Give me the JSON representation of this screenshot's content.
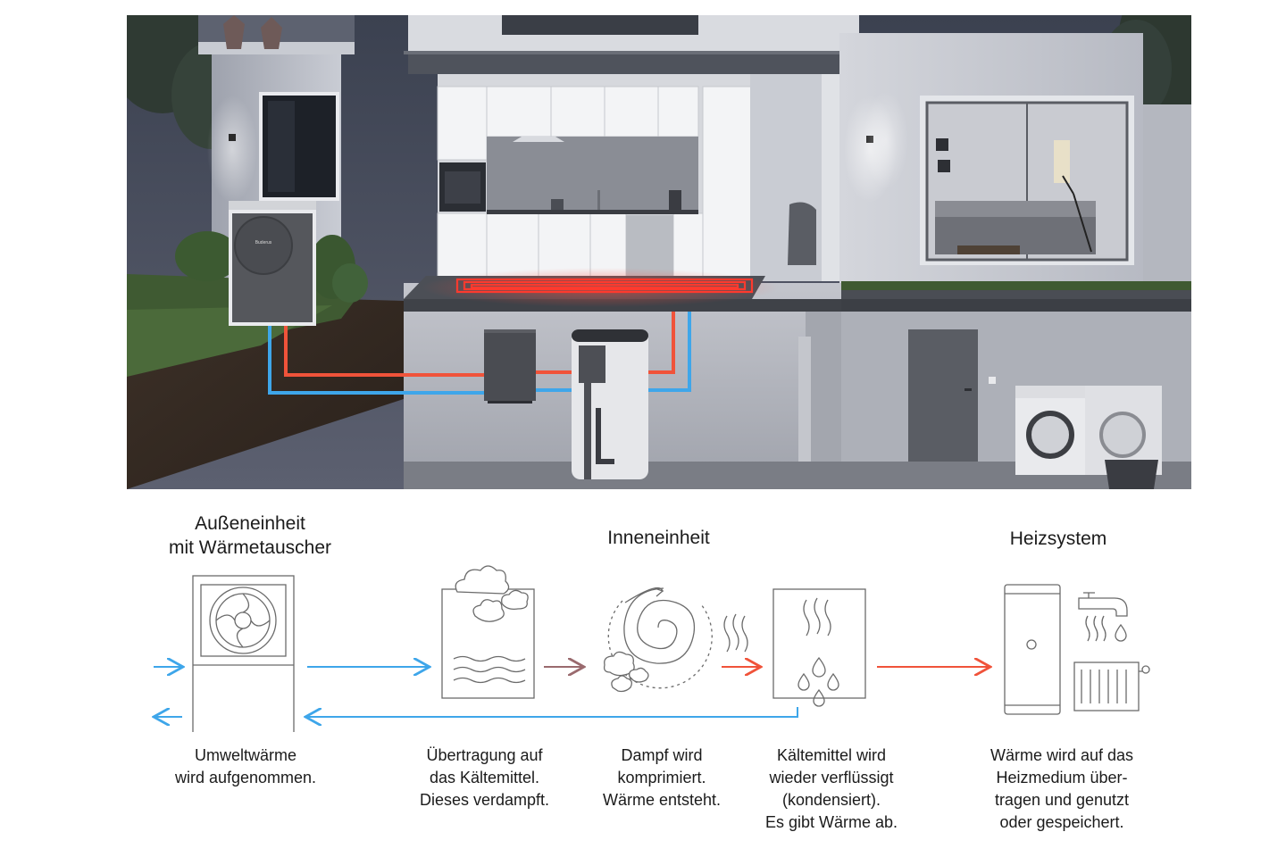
{
  "headings": {
    "outdoor": "Außeneinheit\nmit Wärmetauscher",
    "indoor": "Inneneinheit",
    "heating": "Heizsystem"
  },
  "unit_brand": "Buderus",
  "steps": [
    {
      "text": "Umweltwärme\nwird aufgenommen."
    },
    {
      "text": "Übertragung auf\ndas Kältemittel.\nDieses verdampft."
    },
    {
      "text": "Dampf wird\nkomprimiert.\nWärme entsteht."
    },
    {
      "text": "Kältemittel wird\nwieder verflüssigt\n(kondensiert).\nEs gibt Wärme ab."
    },
    {
      "text": "Wärme wird auf das\nHeizmedium über-\ntragen und genutzt\noder gespeichert."
    }
  ],
  "colors": {
    "cold_pipe": "#3ea6ea",
    "hot_pipe": "#f0533a",
    "transition_arrow": "#9a6a6e",
    "icon_stroke": "#6b6b6b",
    "floor_heating": "#ff3a2e"
  }
}
